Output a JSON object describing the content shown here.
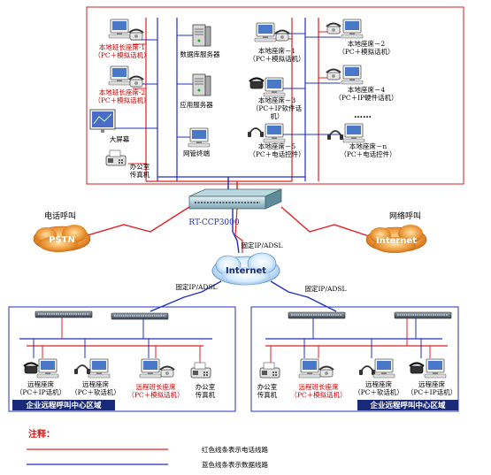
{
  "hq": {
    "left_nodes": [
      {
        "line1": "本地班长座席-1",
        "line2": "（PC＋模拟话机）"
      },
      {
        "line1": "本地班长座席-2",
        "line2": "（PC＋模拟话机）"
      },
      {
        "line1": "大屏幕",
        "line2": ""
      },
      {
        "line1": "办公室",
        "line2": "传真机"
      }
    ],
    "center_nodes": [
      {
        "label": "数据库服务器"
      },
      {
        "label": "应用服务器"
      },
      {
        "label": "网管终端"
      }
    ],
    "right_inner": [
      {
        "line1": "本地座席－1",
        "line2": "（PC＋模拟话机）"
      },
      {
        "line1": "本地座席－3",
        "line2": "（PC＋IP软件话",
        "line3": "机）"
      },
      {
        "line1": "本地座席－5",
        "line2": "（PC＋电话控件）"
      }
    ],
    "right_outer": [
      {
        "line1": "本地座席－2",
        "line2": "（PC＋模拟话机）"
      },
      {
        "line1": "本地座席－4",
        "line2": "（PC＋IP硬件话机）"
      },
      {
        "line1": "……",
        "line2": ""
      },
      {
        "line1": "本地座席－n",
        "line2": "（PC＋电话控件）"
      }
    ]
  },
  "core": {
    "device": "RT-CCP3000",
    "phone_call": "电话呼叫",
    "network_call": "网络呼叫",
    "pstn": "PSTN",
    "internet_right": "Internet",
    "internet_center": "Internet",
    "link_top": "固定IP/ADSL",
    "link_left": "固定IP/ADSL",
    "link_right": "固定IP/ADSL"
  },
  "remote_left": {
    "title": "企业远程呼叫中心区域",
    "nodes": [
      {
        "line1": "远程座席",
        "line2": "（PC＋IP话机）"
      },
      {
        "line1": "远程座席",
        "line2": "（PC＋软话机）"
      },
      {
        "line1": "远程班长座席",
        "line2": "（PC＋模拟话机）"
      },
      {
        "line1": "办公室",
        "line2": "传真机"
      }
    ]
  },
  "remote_right": {
    "title": "企业远程呼叫中心区域",
    "nodes": [
      {
        "line1": "办公室",
        "line2": "传真机"
      },
      {
        "line1": "远程班长座席",
        "line2": "（PC＋模拟话机）"
      },
      {
        "line1": "远程座席",
        "line2": "（PC＋软话机）"
      },
      {
        "line1": "远程座席",
        "line2": "（PC＋IP话机）"
      }
    ]
  },
  "legend": {
    "title": "注释：",
    "red": "红色线条表示电话线路",
    "blue": "蓝色线条表示数据线路"
  },
  "colors": {
    "phone_line": "#e02020",
    "data_line": "#2030c0",
    "region_label_bg": "#1a2a7a",
    "legend_title": "#d02020",
    "cloud_orange": "#e8a040"
  }
}
